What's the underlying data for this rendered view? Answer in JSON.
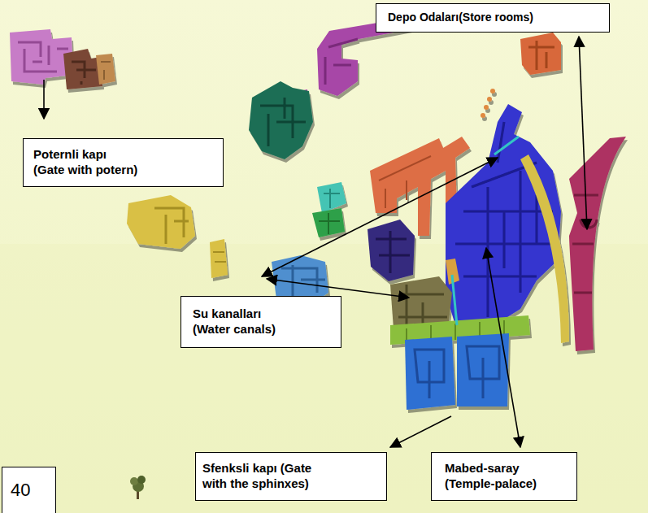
{
  "diagram": {
    "nodes": [
      {
        "text": [
          "Depo Odaları(Store rooms)"
        ]
      },
      {
        "text": [
          "Poternli kapı (Gate with potern)"
        ]
      },
      {
        "text": [
          "Su kanalları (Water canals)"
        ]
      },
      {
        "text": [
          "Sfenksli kapı (Gate with the sphinxes)"
        ]
      },
      {
        "text": [
          "Mabed-saray (Temple-palace)"
        ]
      },
      {
        "text": [
          "40"
        ]
      }
    ]
  }
}
